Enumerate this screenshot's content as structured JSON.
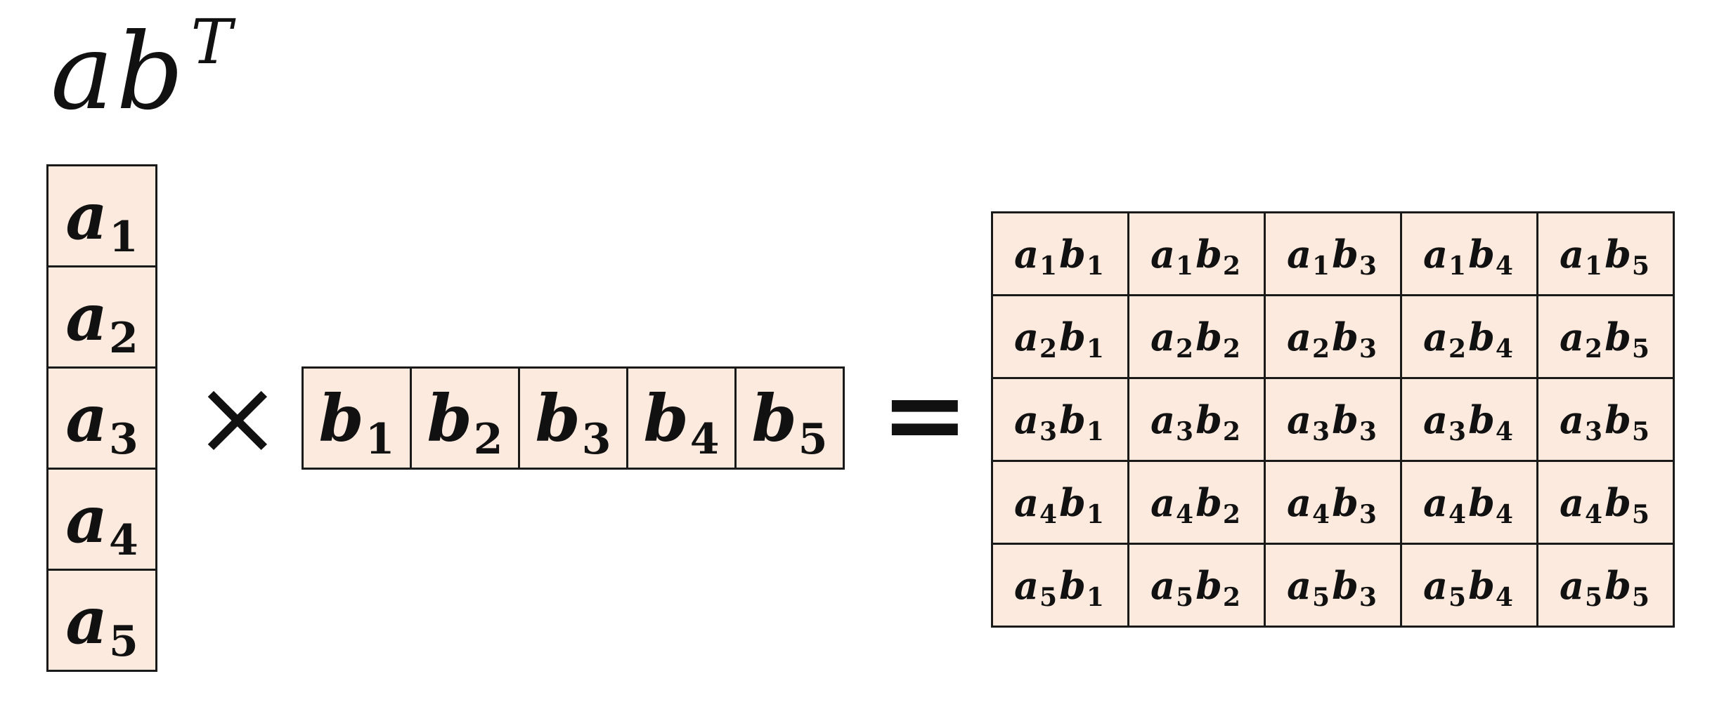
{
  "title": {
    "base": "ab",
    "sup": "T"
  },
  "vector_a": [
    {
      "sym": "a",
      "idx": "1"
    },
    {
      "sym": "a",
      "idx": "2"
    },
    {
      "sym": "a",
      "idx": "3"
    },
    {
      "sym": "a",
      "idx": "4"
    },
    {
      "sym": "a",
      "idx": "5"
    }
  ],
  "vector_b": [
    {
      "sym": "b",
      "idx": "1"
    },
    {
      "sym": "b",
      "idx": "2"
    },
    {
      "sym": "b",
      "idx": "3"
    },
    {
      "sym": "b",
      "idx": "4"
    },
    {
      "sym": "b",
      "idx": "5"
    }
  ],
  "operators": {
    "times": "×",
    "equals": "="
  },
  "product": {
    "rows": [
      "1",
      "2",
      "3",
      "4",
      "5"
    ],
    "cols": [
      "1",
      "2",
      "3",
      "4",
      "5"
    ],
    "a_sym": "a",
    "b_sym": "b"
  },
  "colors": {
    "cell_fill": "#fdeade",
    "border": "#1a1a1a"
  }
}
